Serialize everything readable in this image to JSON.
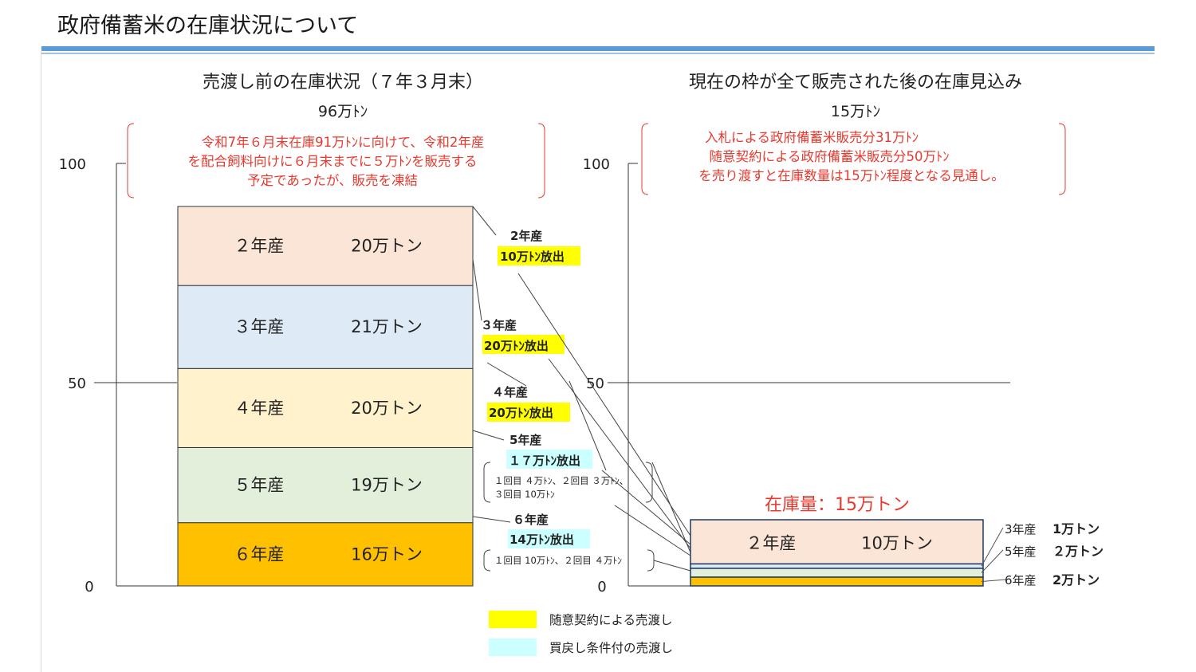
{
  "page": {
    "title": "政府備蓄米の在庫状況について"
  },
  "chart_data": [
    {
      "type": "bar",
      "title": "売渡し前の在庫状況（７年３月末）",
      "subtitle": "96万ﾄﾝ",
      "note": [
        "令和7年６月末在庫91万ﾄﾝに向けて、令和2年産",
        "を配合飼料向けに６月末までに５万ﾄﾝを販売する",
        "予定であったが、販売を凍結"
      ],
      "yticks": [
        "100",
        "50",
        "0"
      ],
      "ylim": [
        0,
        100
      ],
      "segments": [
        {
          "label": "６年産",
          "value": 16,
          "value_text": "16万トン",
          "color": "#ffc000"
        },
        {
          "label": "５年産",
          "value": 19,
          "value_text": "19万トン",
          "color": "#e2efda"
        },
        {
          "label": "４年産",
          "value": 20,
          "value_text": "20万トン",
          "color": "#fff2cc"
        },
        {
          "label": "３年産",
          "value": 21,
          "value_text": "21万トン",
          "color": "#deebf7"
        },
        {
          "label": "２年産",
          "value": 20,
          "value_text": "20万トン",
          "color": "#fbe5d6"
        }
      ],
      "releases": [
        {
          "year": "2年産",
          "amount": "10万ﾄﾝ放出",
          "type": "随意契約",
          "detail": ""
        },
        {
          "year": "３年産",
          "amount": "20万ﾄﾝ放出",
          "type": "随意契約",
          "detail": ""
        },
        {
          "year": "４年産",
          "amount": "20万ﾄﾝ放出",
          "type": "随意契約",
          "detail": ""
        },
        {
          "year": "5年産",
          "amount": "１７万ﾄﾝ放出",
          "type": "買戻し条件付",
          "detail": [
            "１回目 ４万ﾄﾝ、２回目 ３万ﾄﾝ、",
            "３回目 10万ﾄﾝ"
          ]
        },
        {
          "year": "６年産",
          "amount": "14万ﾄﾝ放出",
          "type": "買戻し条件付",
          "detail": [
            "１回目 10万ﾄﾝ、２回目 ４万ﾄﾝ"
          ]
        }
      ]
    },
    {
      "type": "bar",
      "title": "現在の枠が全て販売された後の在庫見込み",
      "subtitle": "15万ﾄﾝ",
      "note": [
        "入札による政府備蓄米販売分31万ﾄﾝ",
        "随意契約による政府備蓄米販売分50万ﾄﾝ",
        "を売り渡すと在庫数量は15万ﾄﾝ程度となる見通し。"
      ],
      "yticks": [
        "100",
        "50",
        "0"
      ],
      "ylim": [
        0,
        100
      ],
      "total_label": "在庫量：15万トン",
      "segments": [
        {
          "label": "6年産",
          "value": 2,
          "value_text": "2万トン",
          "color": "#ffc000"
        },
        {
          "label": "5年産",
          "value": 2,
          "value_text": "２万トン",
          "color": "#e2efda"
        },
        {
          "label": "3年産",
          "value": 1,
          "value_text": "1万トン",
          "color": "#deebf7"
        },
        {
          "label": "２年産",
          "value": 10,
          "value_text": "10万トン",
          "color": "#fbe5d6"
        }
      ]
    }
  ],
  "legend": [
    {
      "label": "随意契約による売渡し",
      "color": "#ffff00"
    },
    {
      "label": "買戻し条件付の売渡し",
      "color": "#ccffff"
    }
  ],
  "colors": {
    "note_red": "#e8392e",
    "rule_blue": "#5b9bd5",
    "highlight_yellow": "#ffff00",
    "highlight_cyan": "#ccffff"
  }
}
